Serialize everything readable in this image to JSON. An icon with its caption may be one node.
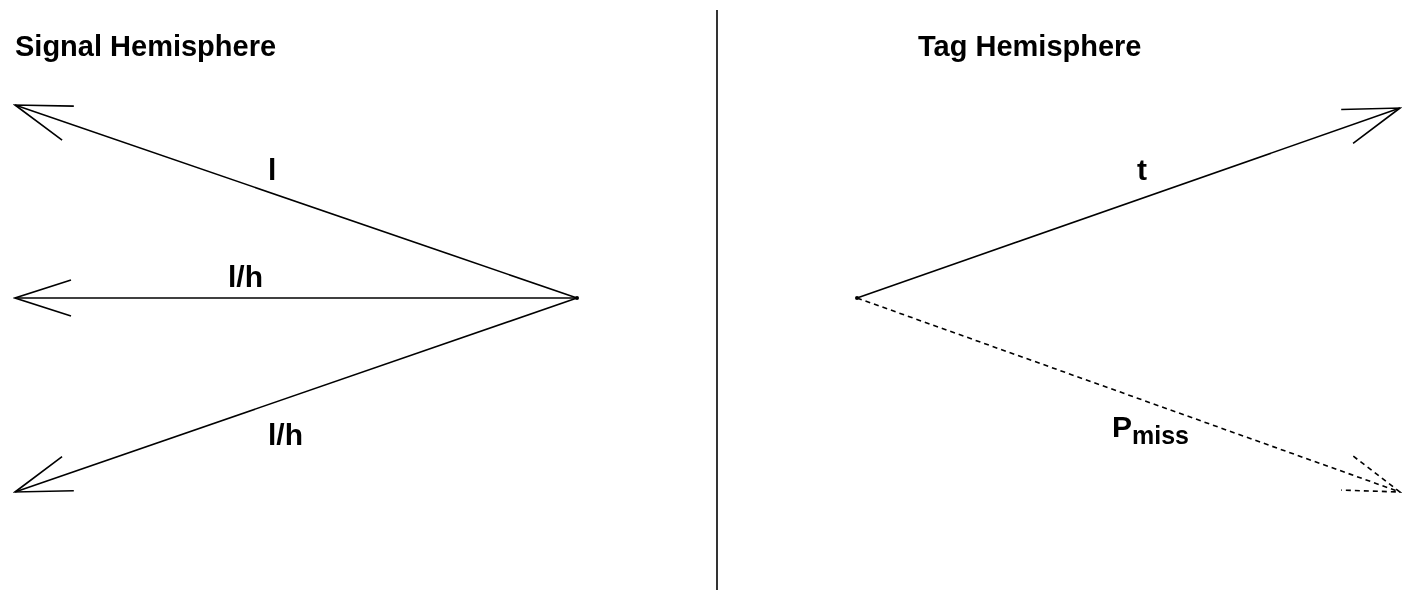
{
  "diagram": {
    "nodes": [
      {
        "text": [],
        "shape": "point"
      },
      {
        "text": [],
        "shape": "point"
      }
    ],
    "edges": [
      {
        "from": 0,
        "to": null,
        "arrow": "to",
        "label": "l"
      },
      {
        "from": 0,
        "to": null,
        "arrow": "to",
        "label": "l/h"
      },
      {
        "from": 0,
        "to": null,
        "arrow": "to",
        "label": "l/h"
      },
      {
        "from": 1,
        "to": null,
        "arrow": "to",
        "label": "t"
      },
      {
        "from": 1,
        "to": null,
        "arrow": "to",
        "label": "P$_{miss}$",
        "style": "dashed"
      }
    ],
    "labels": [
      "Signal Hemisphere",
      "Tag Hemisphere"
    ]
  }
}
